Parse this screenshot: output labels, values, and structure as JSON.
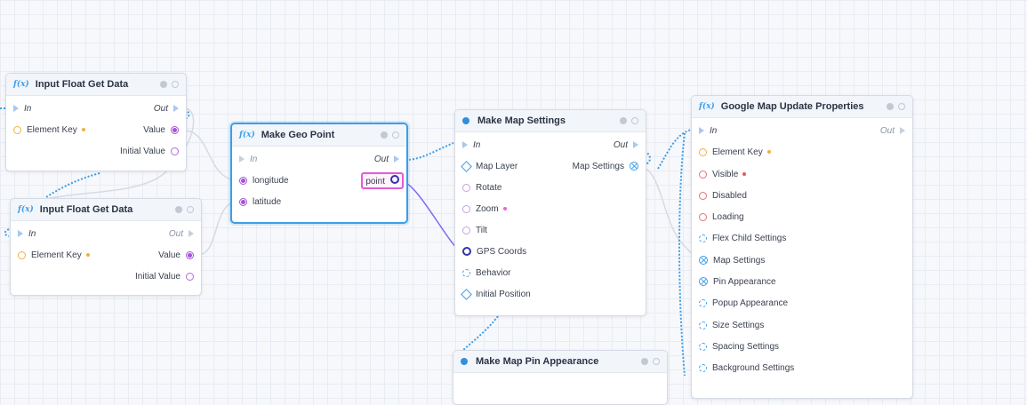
{
  "nodes": {
    "input_float_1": {
      "title": "Input Float Get Data",
      "in_label": "In",
      "out_label": "Out",
      "element_key": "Element Key",
      "value": "Value",
      "initial_value": "Initial Value"
    },
    "input_float_2": {
      "title": "Input Float Get Data",
      "in_label": "In",
      "out_label": "Out",
      "element_key": "Element Key",
      "value": "Value",
      "initial_value": "Initial Value"
    },
    "make_geo_point": {
      "title": "Make Geo Point",
      "in_label": "In",
      "out_label": "Out",
      "longitude": "longitude",
      "latitude": "latitude",
      "point": "point"
    },
    "make_map_settings": {
      "title": "Make Map Settings",
      "in_label": "In",
      "out_label": "Out",
      "map_layer": "Map Layer",
      "map_settings": "Map Settings",
      "rotate": "Rotate",
      "zoom": "Zoom",
      "tilt": "Tilt",
      "gps_coords": "GPS Coords",
      "behavior": "Behavior",
      "initial_position": "Initial Position"
    },
    "make_map_pin_appearance": {
      "title": "Make Map Pin Appearance"
    },
    "google_map_update": {
      "title": "Google Map Update Properties",
      "in_label": "In",
      "out_label": "Out",
      "element_key": "Element Key",
      "visible": "Visible",
      "disabled": "Disabled",
      "loading": "Loading",
      "flex_child_settings": "Flex Child Settings",
      "map_settings": "Map Settings",
      "pin_appearance": "Pin Appearance",
      "popup_appearance": "Popup Appearance",
      "size_settings": "Size Settings",
      "spacing_settings": "Spacing Settings",
      "background_settings": "Background Settings"
    }
  },
  "colors": {
    "accent": "#3b9ee8",
    "selection": "#3b9ee8",
    "highlight_pin": "#e35bd8",
    "data_wire": "#7b6ef0",
    "exec_wire": "#3b9ee8",
    "required_dot": "#f0b13a",
    "visible_required_dot": "#e85a5a",
    "zoom_required_dot": "#e06ad9"
  },
  "icons": {
    "function_node": "fx-icon",
    "struct_node": "blue-dot-icon",
    "comment": "comment-icon",
    "info": "info-icon"
  }
}
